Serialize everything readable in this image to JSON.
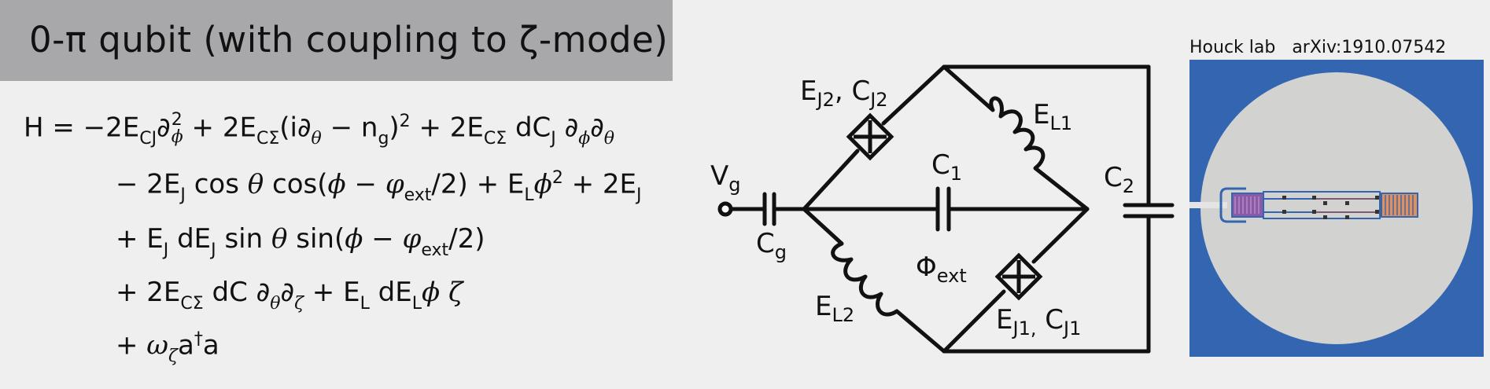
{
  "title": "0-π  qubit  (with coupling to ζ-mode)",
  "hamiltonian": {
    "line1": {
      "H": "H",
      "eq": "= −2E",
      "CJ": "CJ",
      "d": "∂",
      "phi": "ϕ",
      "two": "2",
      "p1": " + 2E",
      "CS": "CΣ",
      "paren_open": "(i∂",
      "theta": "θ",
      "minus_n": " − n",
      "g": "g",
      "paren_close": ")",
      "sq": "2",
      "p2": " + 2E",
      "CS2": "CΣ",
      "dCJ": " dC",
      "J": "J",
      "dphi": " ∂",
      "phi2": "ϕ",
      "dtheta": "∂",
      "theta2": "θ"
    },
    "line2": {
      "a": "− 2E",
      "J1": "J",
      "cos": " cos ",
      "theta": "θ",
      "cos2": " cos(",
      "phi": "ϕ",
      "minus": " − ",
      "varphi": "φ",
      "ext": "ext",
      "half": "/2) + E",
      "L": "L",
      "phi2": "ϕ",
      "sq": "2",
      "plus": " + 2E",
      "J2": "J"
    },
    "line3": {
      "a": "+ E",
      "J1": "J",
      "dE": " dE",
      "J2": "J",
      "sin": " sin ",
      "theta": "θ",
      "sin2": " sin(",
      "phi": "ϕ",
      "minus": " − ",
      "varphi": "φ",
      "ext": "ext",
      "half": "/2)"
    },
    "line4": {
      "a": "+ 2E",
      "CS": "CΣ",
      "dC": " dC ∂",
      "theta": "θ",
      "d2": "∂",
      "zeta": "ζ",
      "plus": " + E",
      "L": "L",
      "dE": " dE",
      "L2": "L",
      "phi": "ϕ",
      "zeta2": " ζ"
    },
    "line5": {
      "a": "+ ",
      "omega": "ω",
      "zeta": "ζ",
      "adag": "a",
      "dag": "†",
      "a2": "a"
    }
  },
  "circuit": {
    "Vg": "V",
    "Vg_sub": "g",
    "Cg": "C",
    "Cg_sub": "g",
    "EJ2": "E",
    "EJ2_sub": "J2",
    "CJ2": ", C",
    "CJ2_sub": "J2",
    "EL1": "E",
    "EL1_sub": "L1",
    "C1": "C",
    "C1_sub": "1",
    "C2": "C",
    "C2_sub": "2",
    "Phi": "Φ",
    "Phi_sub": "ext",
    "EL2": "E",
    "EL2_sub": "L2",
    "EJ1": "E",
    "EJ1_sub": "J1,",
    "CJ1": " C",
    "CJ1_sub": "J1"
  },
  "credit": {
    "lab": "Houck lab",
    "arxiv": "arXiv:1910.07542"
  },
  "colors": {
    "banner": "#a8a8ab",
    "background": "#efefef",
    "chip_substrate": "#3465b0",
    "wafer": "#d2d2d0"
  }
}
